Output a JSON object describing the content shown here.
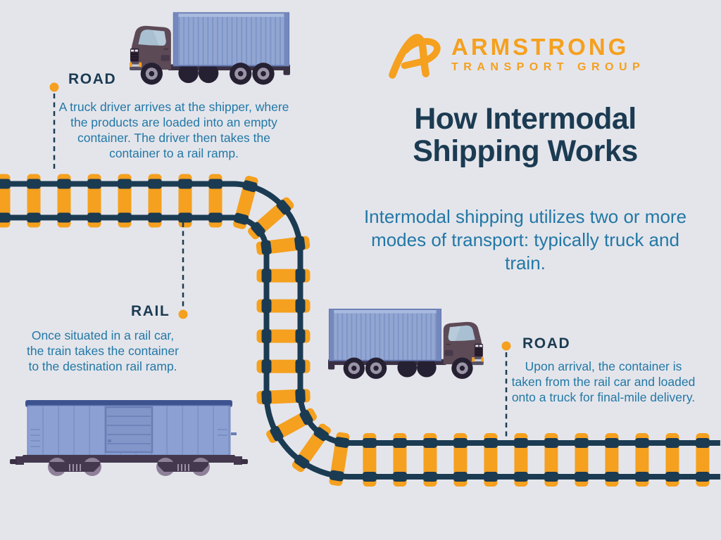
{
  "infographic": {
    "title": "How Intermodal Shipping Works",
    "subtitle": "Intermodal shipping utilizes two or more modes of transport: typically truck and train."
  },
  "logo": {
    "alt": "Armstrong Transport Group",
    "word1": "ARMSTRONG",
    "word2": "TRANSPORT GROUP",
    "mark_icon": "armstrong-a-swoosh-mark"
  },
  "steps": [
    {
      "id": "road-1",
      "label": "ROAD",
      "text": "A truck driver arrives at the shipper, where the products are loaded into an empty container. The driver then takes the container to a rail ramp."
    },
    {
      "id": "rail",
      "label": "RAIL",
      "text": "Once situated in a rail car, the train takes the container to the destination rail ramp."
    },
    {
      "id": "road-2",
      "label": "ROAD",
      "text": "Upon arrival, the container is taken from the rail car and loaded onto a truck for final-mile delivery."
    }
  ],
  "illustrations": {
    "truck_top": "container-truck-facing-left",
    "truck_middle": "container-truck-facing-right",
    "boxcar": "rail-boxcar",
    "track": "curved-railroad-track",
    "markers": "orange-step-marker-dots-with-dashed-leader-lines"
  },
  "colors": {
    "background": "#E4E5EB",
    "accent_orange": "#F5A01E",
    "heading_navy": "#1B3B52",
    "body_blue": "#2278A6",
    "container_blue": "#92A6D2",
    "cab_plum": "#5D4A57",
    "boxcar_blue": "#8CA0D3"
  }
}
